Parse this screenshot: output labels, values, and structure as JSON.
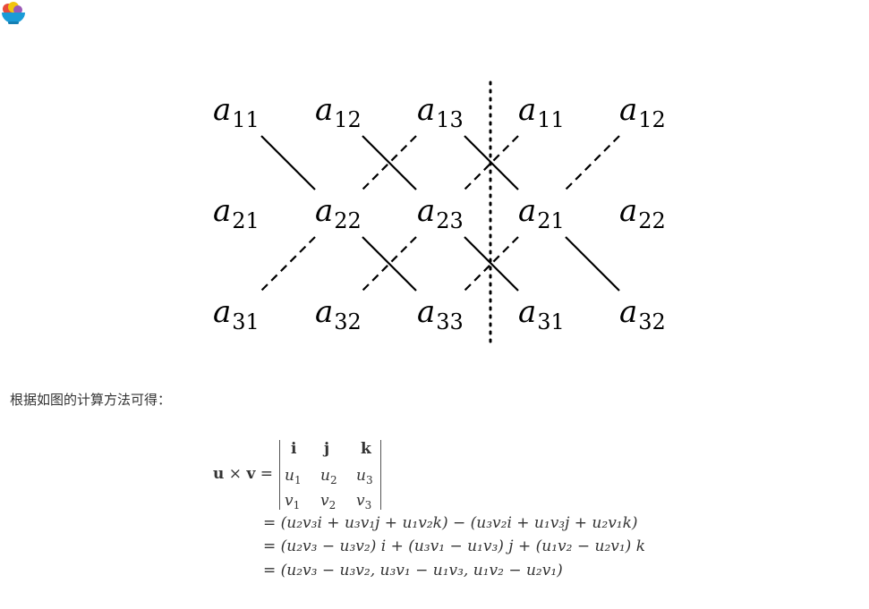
{
  "diagram": {
    "rows": [
      [
        {
          "base": "a",
          "sub": "11"
        },
        {
          "base": "a",
          "sub": "12"
        },
        {
          "base": "a",
          "sub": "13"
        },
        {
          "base": "a",
          "sub": "11"
        },
        {
          "base": "a",
          "sub": "12"
        }
      ],
      [
        {
          "base": "a",
          "sub": "21"
        },
        {
          "base": "a",
          "sub": "22"
        },
        {
          "base": "a",
          "sub": "23"
        },
        {
          "base": "a",
          "sub": "21"
        },
        {
          "base": "a",
          "sub": "22"
        }
      ],
      [
        {
          "base": "a",
          "sub": "31"
        },
        {
          "base": "a",
          "sub": "32"
        },
        {
          "base": "a",
          "sub": "33"
        },
        {
          "base": "a",
          "sub": "31"
        },
        {
          "base": "a",
          "sub": "32"
        }
      ]
    ]
  },
  "caption": "根据如图的计算方法可得：",
  "formula": {
    "lhs": "u × v =",
    "matrix": [
      [
        "i",
        "j",
        "k"
      ],
      [
        "u",
        "u",
        "u"
      ],
      [
        "v",
        "v",
        "v"
      ]
    ],
    "matrix_subs": [
      [
        "",
        "",
        ""
      ],
      [
        "1",
        "2",
        "3"
      ],
      [
        "1",
        "2",
        "3"
      ]
    ],
    "line1": "= (u₂v₃i + u₃v₁j + u₁v₂k) − (u₃v₂i + u₁v₃j + u₂v₁k)",
    "line2": "= (u₂v₃ − u₃v₂) i + (u₃v₁ − u₁v₃) j + (u₁v₂ − u₂v₁) k",
    "line3": "= (u₂v₃ − u₃v₂, u₃v₁ − u₁v₃, u₁v₂ − u₂v₁)"
  }
}
